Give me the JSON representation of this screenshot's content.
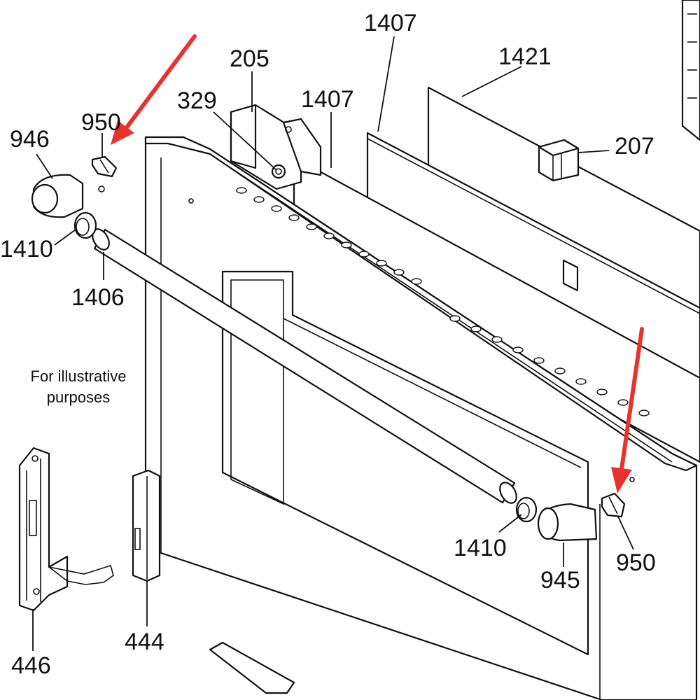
{
  "callouts": {
    "c205": "205",
    "c1407a": "1407",
    "c1407b": "1407",
    "c1421": "1421",
    "c329": "329",
    "c950a": "950",
    "c950b": "950",
    "c946": "946",
    "c207": "207",
    "c1410a": "1410",
    "c1410b": "1410",
    "c1406": "1406",
    "c945": "945",
    "c444": "444",
    "c446": "446"
  },
  "note": {
    "line1": "For illustrative",
    "line2": "purposes"
  },
  "colors": {
    "arrow": "#e8322f",
    "line": "#111111",
    "background": "#ffffff"
  }
}
